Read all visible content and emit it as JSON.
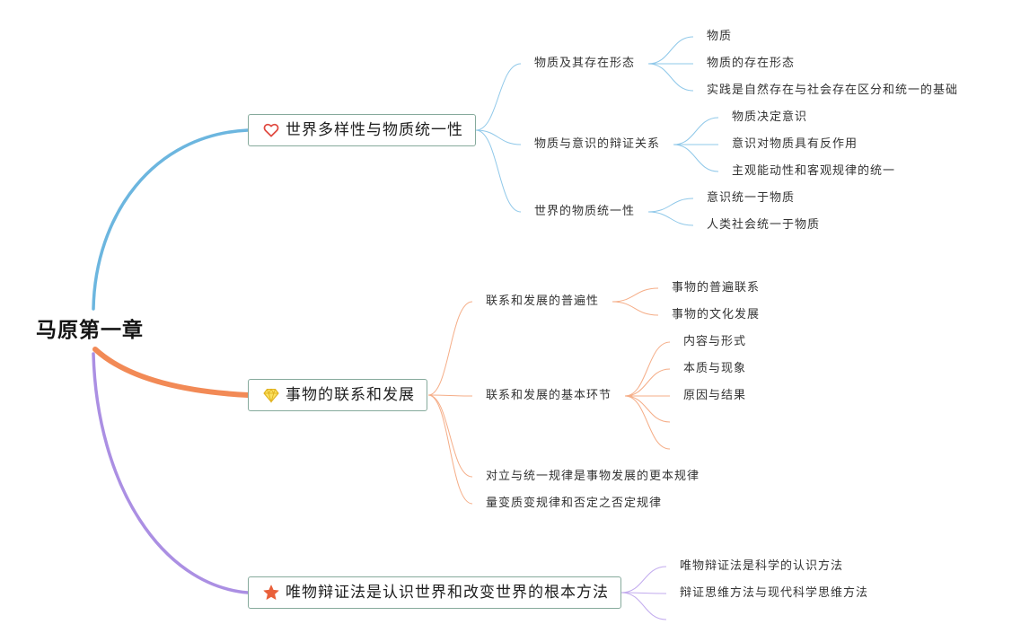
{
  "root": {
    "label": "马原第一章"
  },
  "branches": [
    {
      "label": "世界多样性与物质统一性",
      "icon": "heart-icon",
      "color": "#6cb6df",
      "line_color": "#8fc8e9",
      "children": [
        {
          "label": "物质及其存在形态",
          "children": [
            {
              "label": "物质"
            },
            {
              "label": "物质的存在形态"
            },
            {
              "label": "实践是自然存在与社会存在区分和统一的基础"
            }
          ]
        },
        {
          "label": "物质与意识的辩证关系",
          "children": [
            {
              "label": "物质决定意识"
            },
            {
              "label": "意识对物质具有反作用"
            },
            {
              "label": "主观能动性和客观规律的统一"
            }
          ]
        },
        {
          "label": "世界的物质统一性",
          "children": [
            {
              "label": "意识统一于物质"
            },
            {
              "label": "人类社会统一于物质"
            }
          ]
        }
      ]
    },
    {
      "label": "事物的联系和发展",
      "icon": "gem-icon",
      "color": "#f28a56",
      "line_color": "#f5ad87",
      "children": [
        {
          "label": "联系和发展的普遍性",
          "children": [
            {
              "label": "事物的普遍联系"
            },
            {
              "label": "事物的文化发展"
            }
          ]
        },
        {
          "label": "联系和发展的基本环节",
          "children": [
            {
              "label": "内容与形式"
            },
            {
              "label": "本质与现象"
            },
            {
              "label": "原因与结果"
            },
            {
              "label": ""
            },
            {
              "label": ""
            }
          ]
        },
        {
          "label": "对立与统一规律是事物发展的更本规律"
        },
        {
          "label": "量变质变规律和否定之否定规律"
        }
      ]
    },
    {
      "label": "唯物辩证法是认识世界和改变世界的根本方法",
      "icon": "star-icon",
      "color": "#ab8fe3",
      "line_color": "#c2abee",
      "children": [
        {
          "label": "唯物辩证法是科学的认识方法"
        },
        {
          "label": "辩证思维方法与现代科学思维方法"
        },
        {
          "label": ""
        }
      ]
    }
  ]
}
